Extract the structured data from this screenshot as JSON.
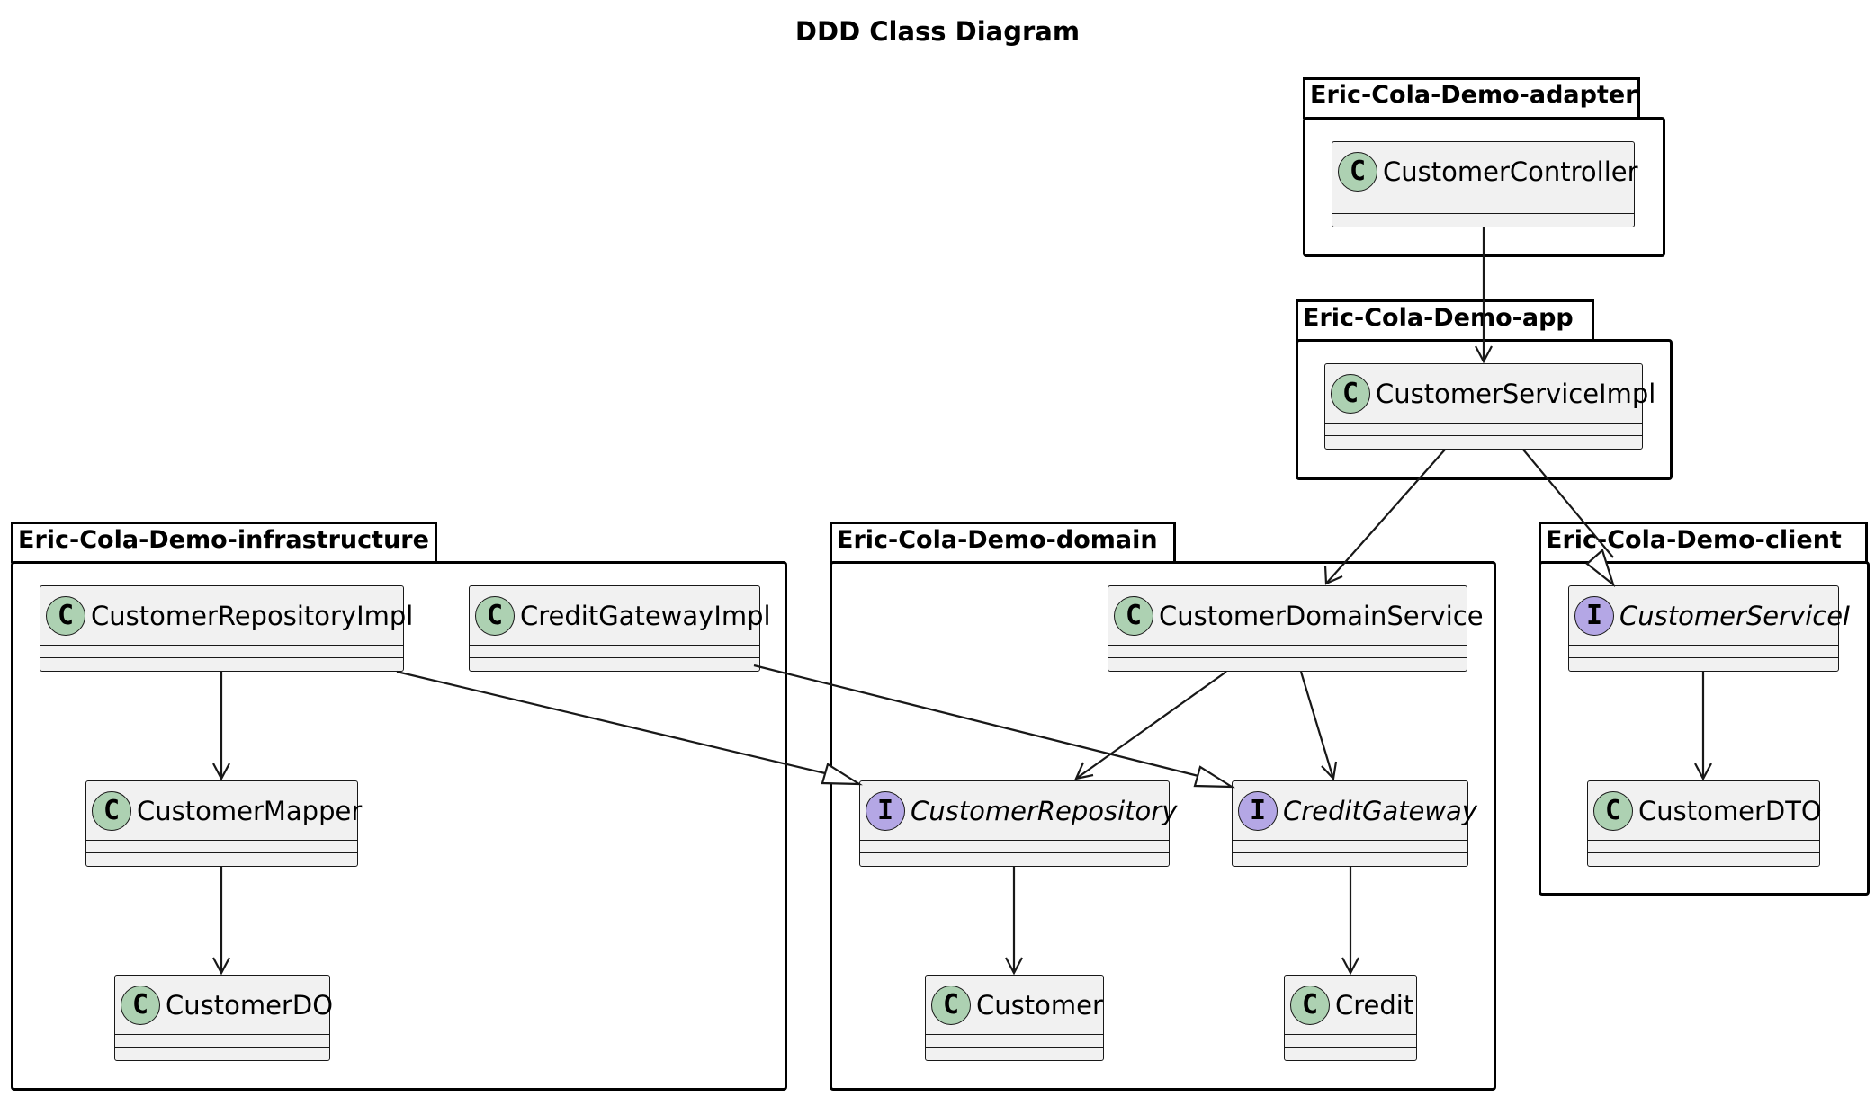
{
  "diagram": {
    "title": "DDD Class Diagram",
    "packages": {
      "adapter": "Eric-Cola-Demo-adapter",
      "app": "Eric-Cola-Demo-app",
      "infrastructure": "Eric-Cola-Demo-infrastructure",
      "domain": "Eric-Cola-Demo-domain",
      "client": "Eric-Cola-Demo-client"
    },
    "classes": {
      "customer_controller": {
        "name": "CustomerController",
        "kind": "class",
        "icon": "C"
      },
      "customer_service_impl": {
        "name": "CustomerServiceImpl",
        "kind": "class",
        "icon": "C"
      },
      "customer_repository_impl": {
        "name": "CustomerRepositoryImpl",
        "kind": "class",
        "icon": "C"
      },
      "credit_gateway_impl": {
        "name": "CreditGatewayImpl",
        "kind": "class",
        "icon": "C"
      },
      "customer_mapper": {
        "name": "CustomerMapper",
        "kind": "class",
        "icon": "C"
      },
      "customer_do": {
        "name": "CustomerDO",
        "kind": "class",
        "icon": "C"
      },
      "customer_domain_service": {
        "name": "CustomerDomainService",
        "kind": "class",
        "icon": "C"
      },
      "customer_repository": {
        "name": "CustomerRepository",
        "kind": "interface",
        "icon": "I"
      },
      "credit_gateway": {
        "name": "CreditGateway",
        "kind": "interface",
        "icon": "I"
      },
      "customer": {
        "name": "Customer",
        "kind": "class",
        "icon": "C"
      },
      "credit": {
        "name": "Credit",
        "kind": "class",
        "icon": "C"
      },
      "customer_service_i": {
        "name": "CustomerServiceI",
        "kind": "interface",
        "icon": "I"
      },
      "customer_dto": {
        "name": "CustomerDTO",
        "kind": "class",
        "icon": "C"
      }
    },
    "relations": [
      {
        "from": "customer_controller",
        "to": "customer_service_impl",
        "type": "dependency"
      },
      {
        "from": "customer_service_impl",
        "to": "customer_domain_service",
        "type": "dependency"
      },
      {
        "from": "customer_service_impl",
        "to": "customer_service_i",
        "type": "realization"
      },
      {
        "from": "customer_repository_impl",
        "to": "customer_mapper",
        "type": "dependency"
      },
      {
        "from": "customer_mapper",
        "to": "customer_do",
        "type": "dependency"
      },
      {
        "from": "customer_repository_impl",
        "to": "customer_repository",
        "type": "realization"
      },
      {
        "from": "credit_gateway_impl",
        "to": "credit_gateway",
        "type": "realization"
      },
      {
        "from": "customer_domain_service",
        "to": "customer_repository",
        "type": "dependency"
      },
      {
        "from": "customer_domain_service",
        "to": "credit_gateway",
        "type": "dependency"
      },
      {
        "from": "customer_repository",
        "to": "customer",
        "type": "dependency"
      },
      {
        "from": "credit_gateway",
        "to": "credit",
        "type": "dependency"
      },
      {
        "from": "customer_service_i",
        "to": "customer_dto",
        "type": "dependency"
      }
    ],
    "colors": {
      "class_badge": "#add1b2",
      "interface_badge": "#b4a7e5",
      "class_fill": "#f1f1f1",
      "line": "#181818"
    }
  }
}
